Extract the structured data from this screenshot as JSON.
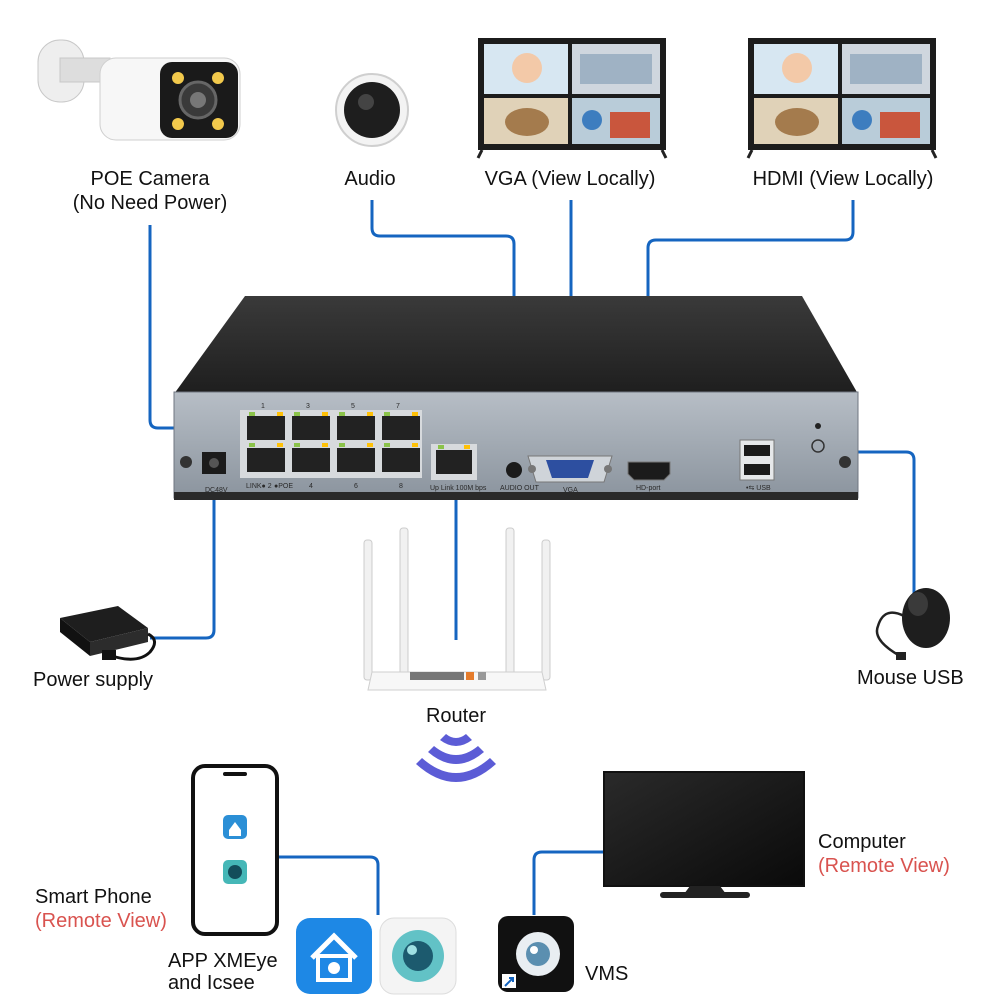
{
  "labels": {
    "poe_camera_line1": "POE Camera",
    "poe_camera_line2": "(No Need Power)",
    "audio": "Audio",
    "vga": "VGA (View Locally)",
    "hdmi": "HDMI (View Locally)",
    "power_supply": "Power supply",
    "router": "Router",
    "mouse_usb": "Mouse USB",
    "smart_phone": "Smart Phone",
    "smart_phone_sub": "(Remote View)",
    "computer": "Computer",
    "computer_sub": "(Remote View)",
    "app_line1": "APP XMEye",
    "app_line2": "and Icsee",
    "vms": "VMS"
  },
  "nvr_port_labels": {
    "dc": "DC48V",
    "link": "LINK● 2",
    "poe": "●POE",
    "port4": "4",
    "port6": "6",
    "port8": "8",
    "uplink": "Up Link 100M bps",
    "audio_out": "AUDIO OUT",
    "vga": "VGA",
    "hd_port": "HD-port",
    "usb": "•⇆ USB",
    "top1": "1",
    "top3": "3",
    "top5": "5",
    "top7": "7"
  },
  "colors": {
    "wire": "#1565c0",
    "remote_text": "#d9534f",
    "nvr_top": "#2b2b2b",
    "nvr_panel": "#9aa3ad",
    "wifi": "#5c5cd6"
  }
}
